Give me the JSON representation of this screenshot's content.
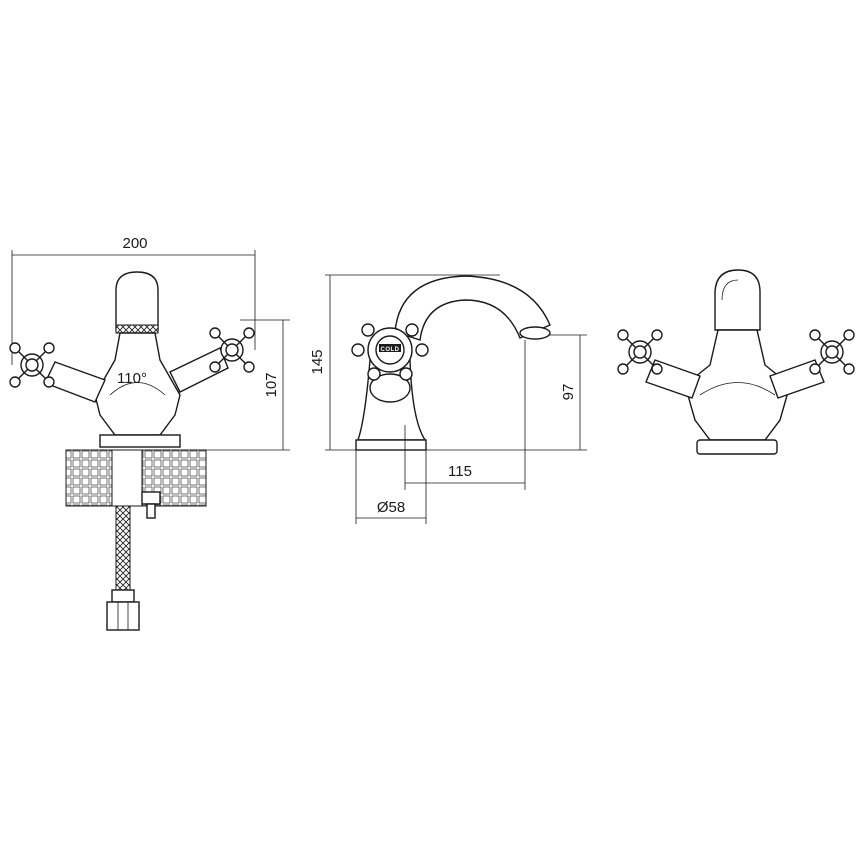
{
  "drawing": {
    "dimensions": {
      "overall_width": "200",
      "handle_angle": "110°",
      "front_height": "107",
      "side_height": "145",
      "spout_height": "97",
      "spout_reach": "115",
      "base_diameter": "Ø58"
    },
    "handle_logo_text": "COLD",
    "line_color": "#1a1a1a",
    "background": "#ffffff"
  }
}
